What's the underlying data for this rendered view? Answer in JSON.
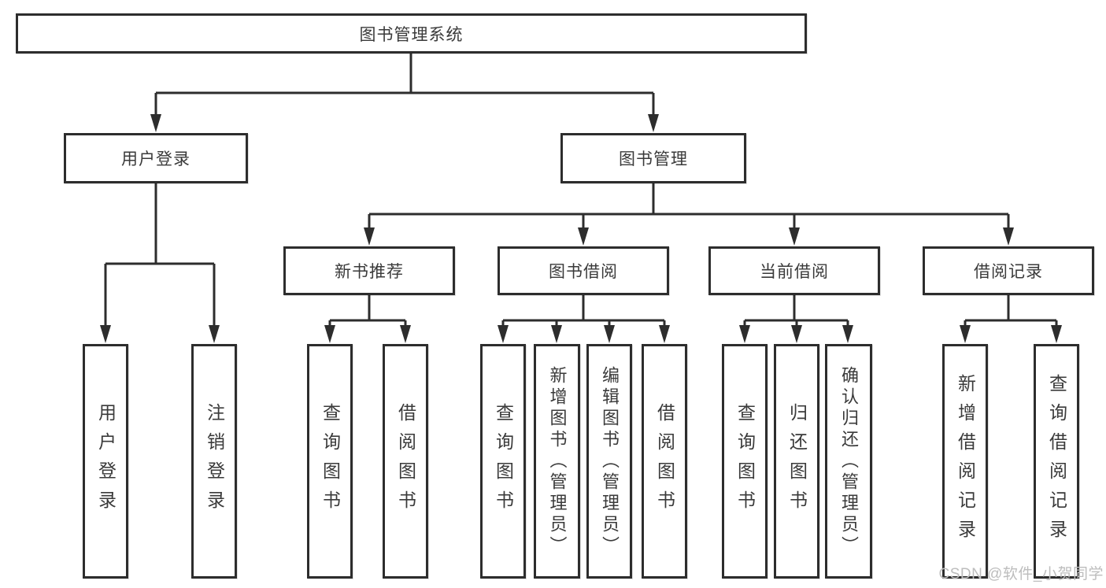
{
  "diagram": {
    "root": {
      "label": "图书管理系统",
      "children": [
        {
          "label": "用户登录",
          "children": [
            {
              "label": "用户登录"
            },
            {
              "label": "注销登录"
            }
          ]
        },
        {
          "label": "图书管理",
          "children": [
            {
              "label": "新书推荐",
              "children": [
                {
                  "label": "查询图书"
                },
                {
                  "label": "借阅图书"
                }
              ]
            },
            {
              "label": "图书借阅",
              "children": [
                {
                  "label": "查询图书"
                },
                {
                  "label": "新增图书（管理员）"
                },
                {
                  "label": "编辑图书（管理员）"
                },
                {
                  "label": "借阅图书"
                }
              ]
            },
            {
              "label": "当前借阅",
              "children": [
                {
                  "label": "查询图书"
                },
                {
                  "label": "归还图书"
                },
                {
                  "label": "确认归还（管理员）"
                }
              ]
            },
            {
              "label": "借阅记录",
              "children": [
                {
                  "label": "新增借阅记录"
                },
                {
                  "label": "查询借阅记录"
                }
              ]
            }
          ]
        }
      ]
    }
  },
  "watermark": "CSDN @软件_小贺同学",
  "colors": {
    "line": "#2d2d2d",
    "box_border": "#2d2d2d",
    "text": "#3a3a3a",
    "watermark": "#bdbdbd",
    "background": "#ffffff"
  }
}
